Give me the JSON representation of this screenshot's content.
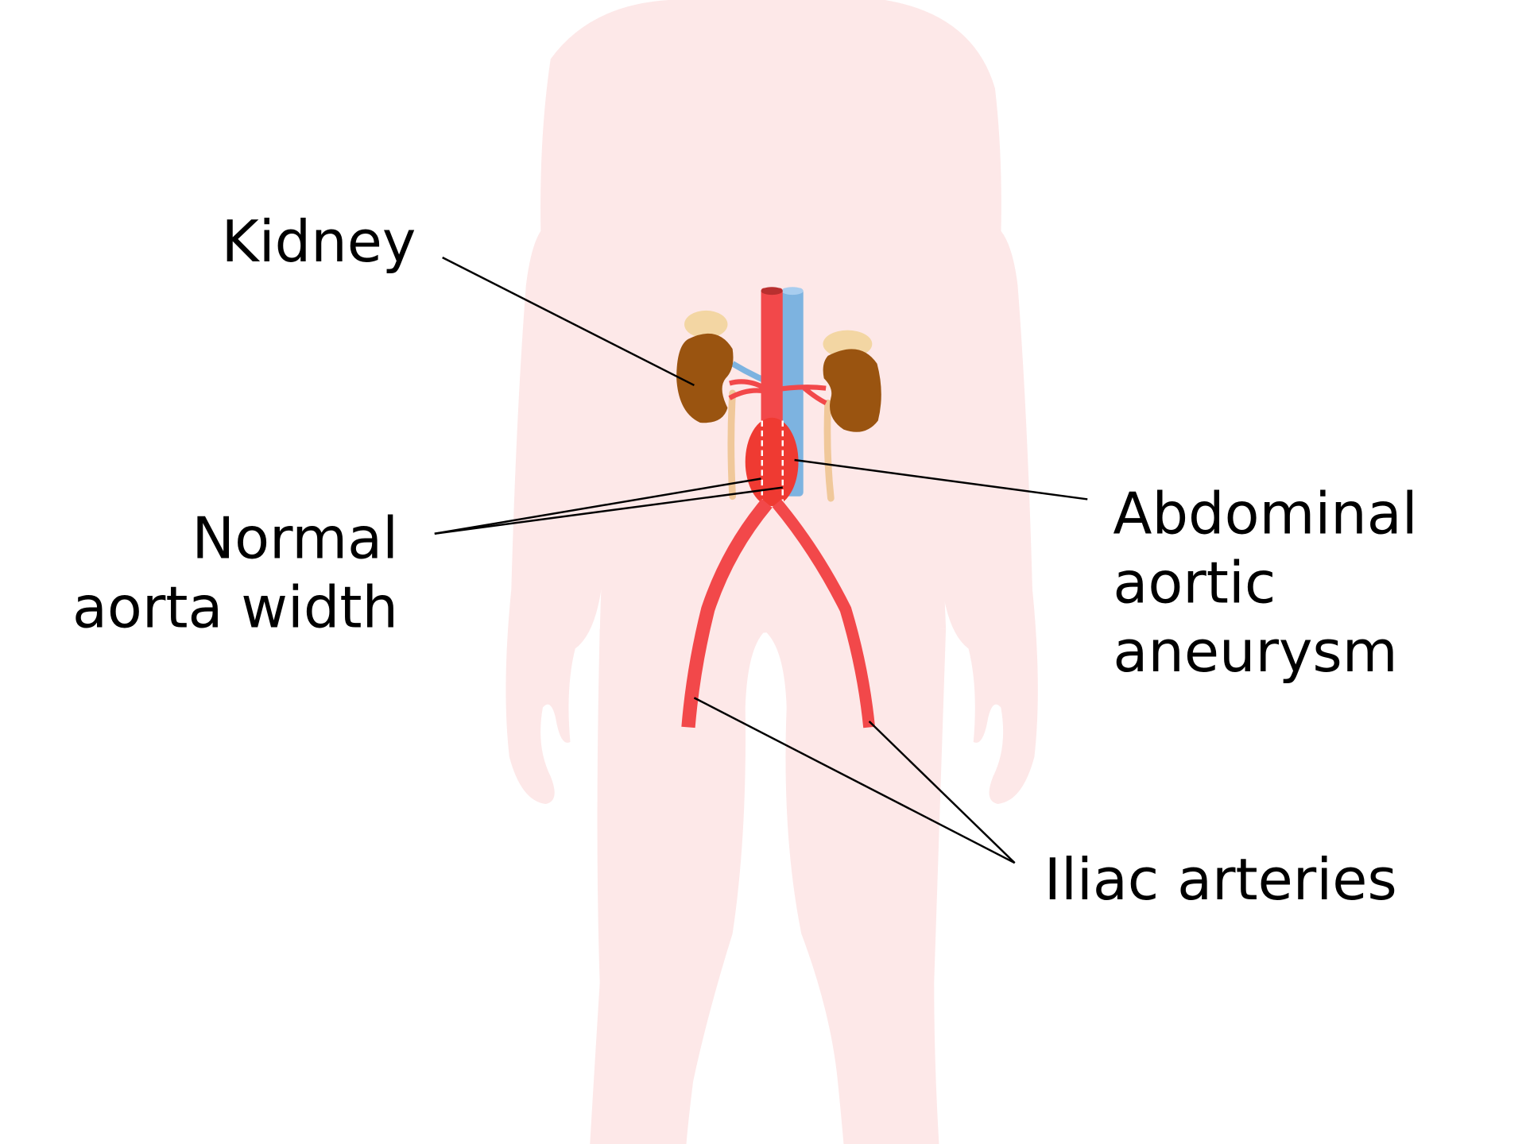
{
  "labels": {
    "kidney": "Kidney",
    "normal_line1": "Normal",
    "normal_line2": "aorta width",
    "aaa_line1": "Abdominal",
    "aaa_line2": "aortic",
    "aaa_line3": "aneurysm",
    "iliac": "Iliac arteries"
  },
  "colors": {
    "body": "#fde8e8",
    "aorta": "#f2484a",
    "aneurysm": "#ef3a32",
    "vena_cava": "#7db3e0",
    "kidney": "#9a5410",
    "adrenal": "#f3d6a3",
    "ureter": "#f0c89a",
    "leader": "#000000"
  }
}
